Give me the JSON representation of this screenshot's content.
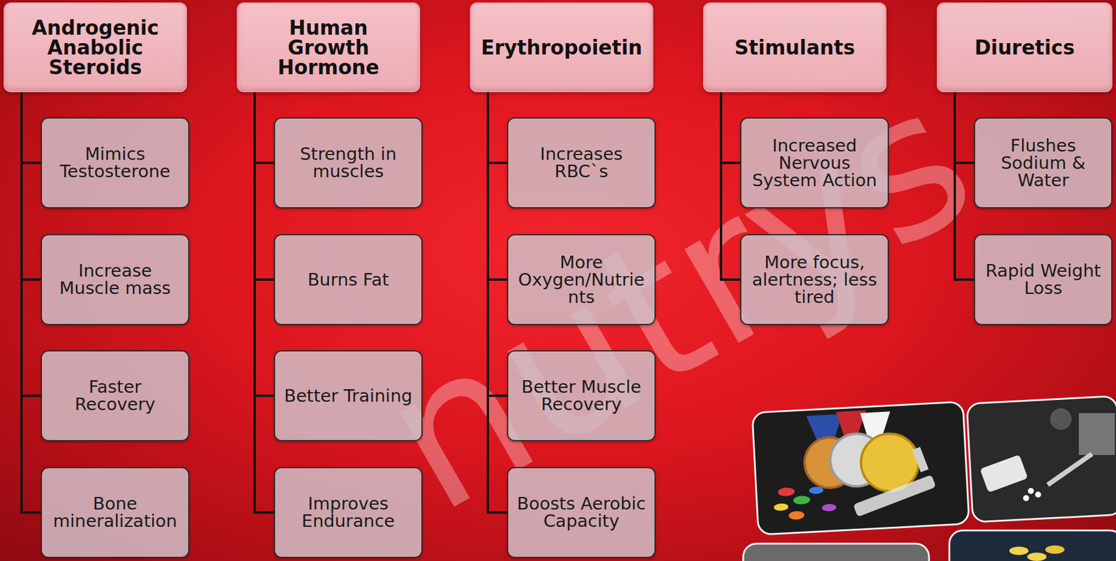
{
  "diagram": {
    "nodes": [
      {
        "text": [
          "Androgenic Anabolic Steroids"
        ]
      },
      {
        "text": [
          "Mimics Testosterone"
        ]
      },
      {
        "text": [
          "Increase Muscle mass"
        ]
      },
      {
        "text": [
          "Faster Recovery"
        ]
      },
      {
        "text": [
          "Bone mineralization"
        ]
      },
      {
        "text": [
          "Human Growth Hormone"
        ]
      },
      {
        "text": [
          "Strength in muscles"
        ]
      },
      {
        "text": [
          "Burns Fat"
        ]
      },
      {
        "text": [
          "Better Training"
        ]
      },
      {
        "text": [
          "Improves Endurance"
        ]
      },
      {
        "text": [
          "Erythropoietin"
        ]
      },
      {
        "text": [
          "Increases RBC`s"
        ]
      },
      {
        "text": [
          "More Oxygen/Nutrients"
        ]
      },
      {
        "text": [
          "Better Muscle Recovery"
        ]
      },
      {
        "text": [
          "Boosts Aerobic Capacity"
        ]
      },
      {
        "text": [
          "Stimulants"
        ]
      },
      {
        "text": [
          "Increased Nervous System Action"
        ]
      },
      {
        "text": [
          "More focus, alertness; less tired"
        ]
      },
      {
        "text": [
          "Diuretics"
        ]
      },
      {
        "text": [
          "Flushes Sodium & Water"
        ]
      },
      {
        "text": [
          "Rapid Weight Loss"
        ]
      }
    ],
    "edges": [
      {
        "from": 0,
        "to": 1,
        "arrow": "none"
      },
      {
        "from": 0,
        "to": 2,
        "arrow": "none"
      },
      {
        "from": 0,
        "to": 3,
        "arrow": "none"
      },
      {
        "from": 0,
        "to": 4,
        "arrow": "none"
      },
      {
        "from": 5,
        "to": 6,
        "arrow": "none"
      },
      {
        "from": 5,
        "to": 7,
        "arrow": "none"
      },
      {
        "from": 5,
        "to": 8,
        "arrow": "none"
      },
      {
        "from": 5,
        "to": 9,
        "arrow": "none"
      },
      {
        "from": 10,
        "to": 11,
        "arrow": "none"
      },
      {
        "from": 10,
        "to": 12,
        "arrow": "none"
      },
      {
        "from": 10,
        "to": 13,
        "arrow": "none"
      },
      {
        "from": 10,
        "to": 14,
        "arrow": "none"
      },
      {
        "from": 15,
        "to": 16,
        "arrow": "none"
      },
      {
        "from": 15,
        "to": 17,
        "arrow": "none"
      },
      {
        "from": 18,
        "to": 19,
        "arrow": "none"
      },
      {
        "from": 18,
        "to": 20,
        "arrow": "none"
      }
    ],
    "labels": [
      "nutrys"
    ]
  }
}
